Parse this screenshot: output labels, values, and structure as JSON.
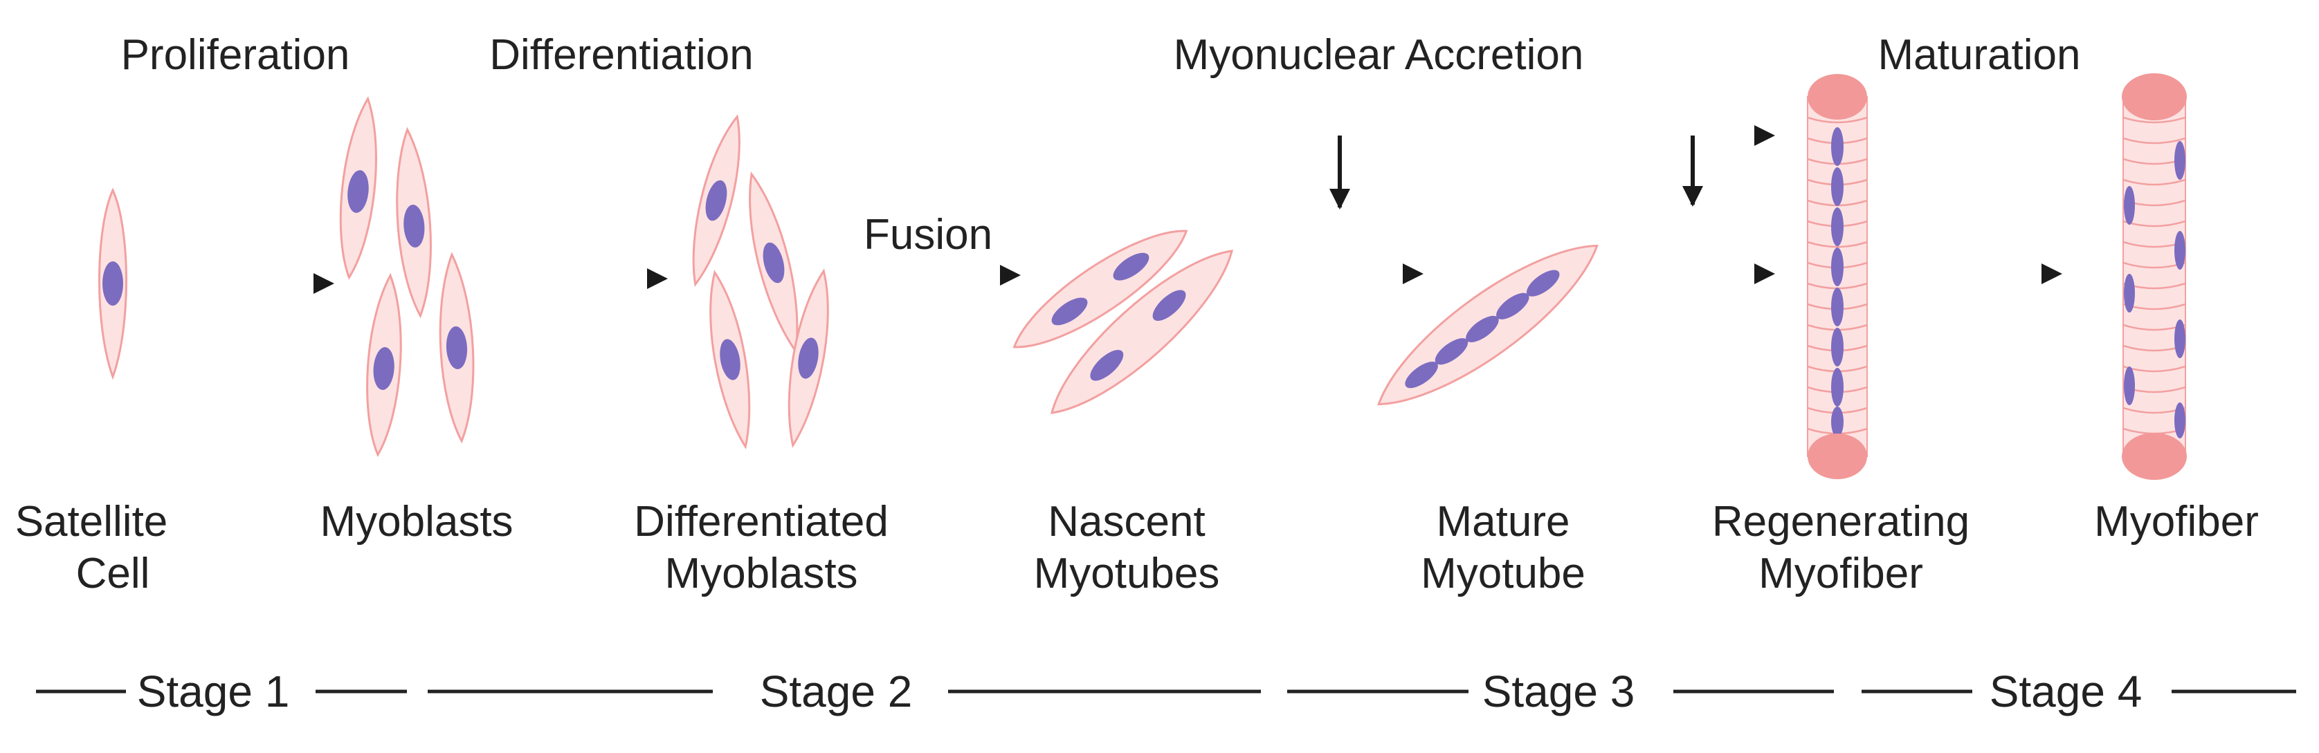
{
  "process_labels": {
    "proliferation": "Proliferation",
    "differentiation": "Differentiation",
    "myonuclear_accretion": "Myonuclear Accretion",
    "maturation": "Maturation",
    "fusion": "Fusion"
  },
  "cell_types": {
    "satellite_line1": "Satellite",
    "satellite_line2": "Cell",
    "myoblasts": "Myoblasts",
    "differentiated_line1": "Differentiated",
    "differentiated_line2": "Myoblasts",
    "nascent_line1": "Nascent",
    "nascent_line2": "Myotubes",
    "mature_line1": "Mature",
    "mature_line2": "Myotube",
    "regenerating_line1": "Regenerating",
    "regenerating_line2": "Myofiber",
    "myofiber": "Myofiber"
  },
  "stages": {
    "stage1": "Stage 1",
    "stage2": "Stage 2",
    "stage3": "Stage 3",
    "stage4": "Stage 4"
  },
  "colors": {
    "cell_fill": "#fde2e2",
    "cell_stroke": "#f3a0a0",
    "nucleus": "#7b6cc0",
    "fiber_cap": "#f29898",
    "arrow": "#1a1a1a",
    "text": "#222222"
  }
}
